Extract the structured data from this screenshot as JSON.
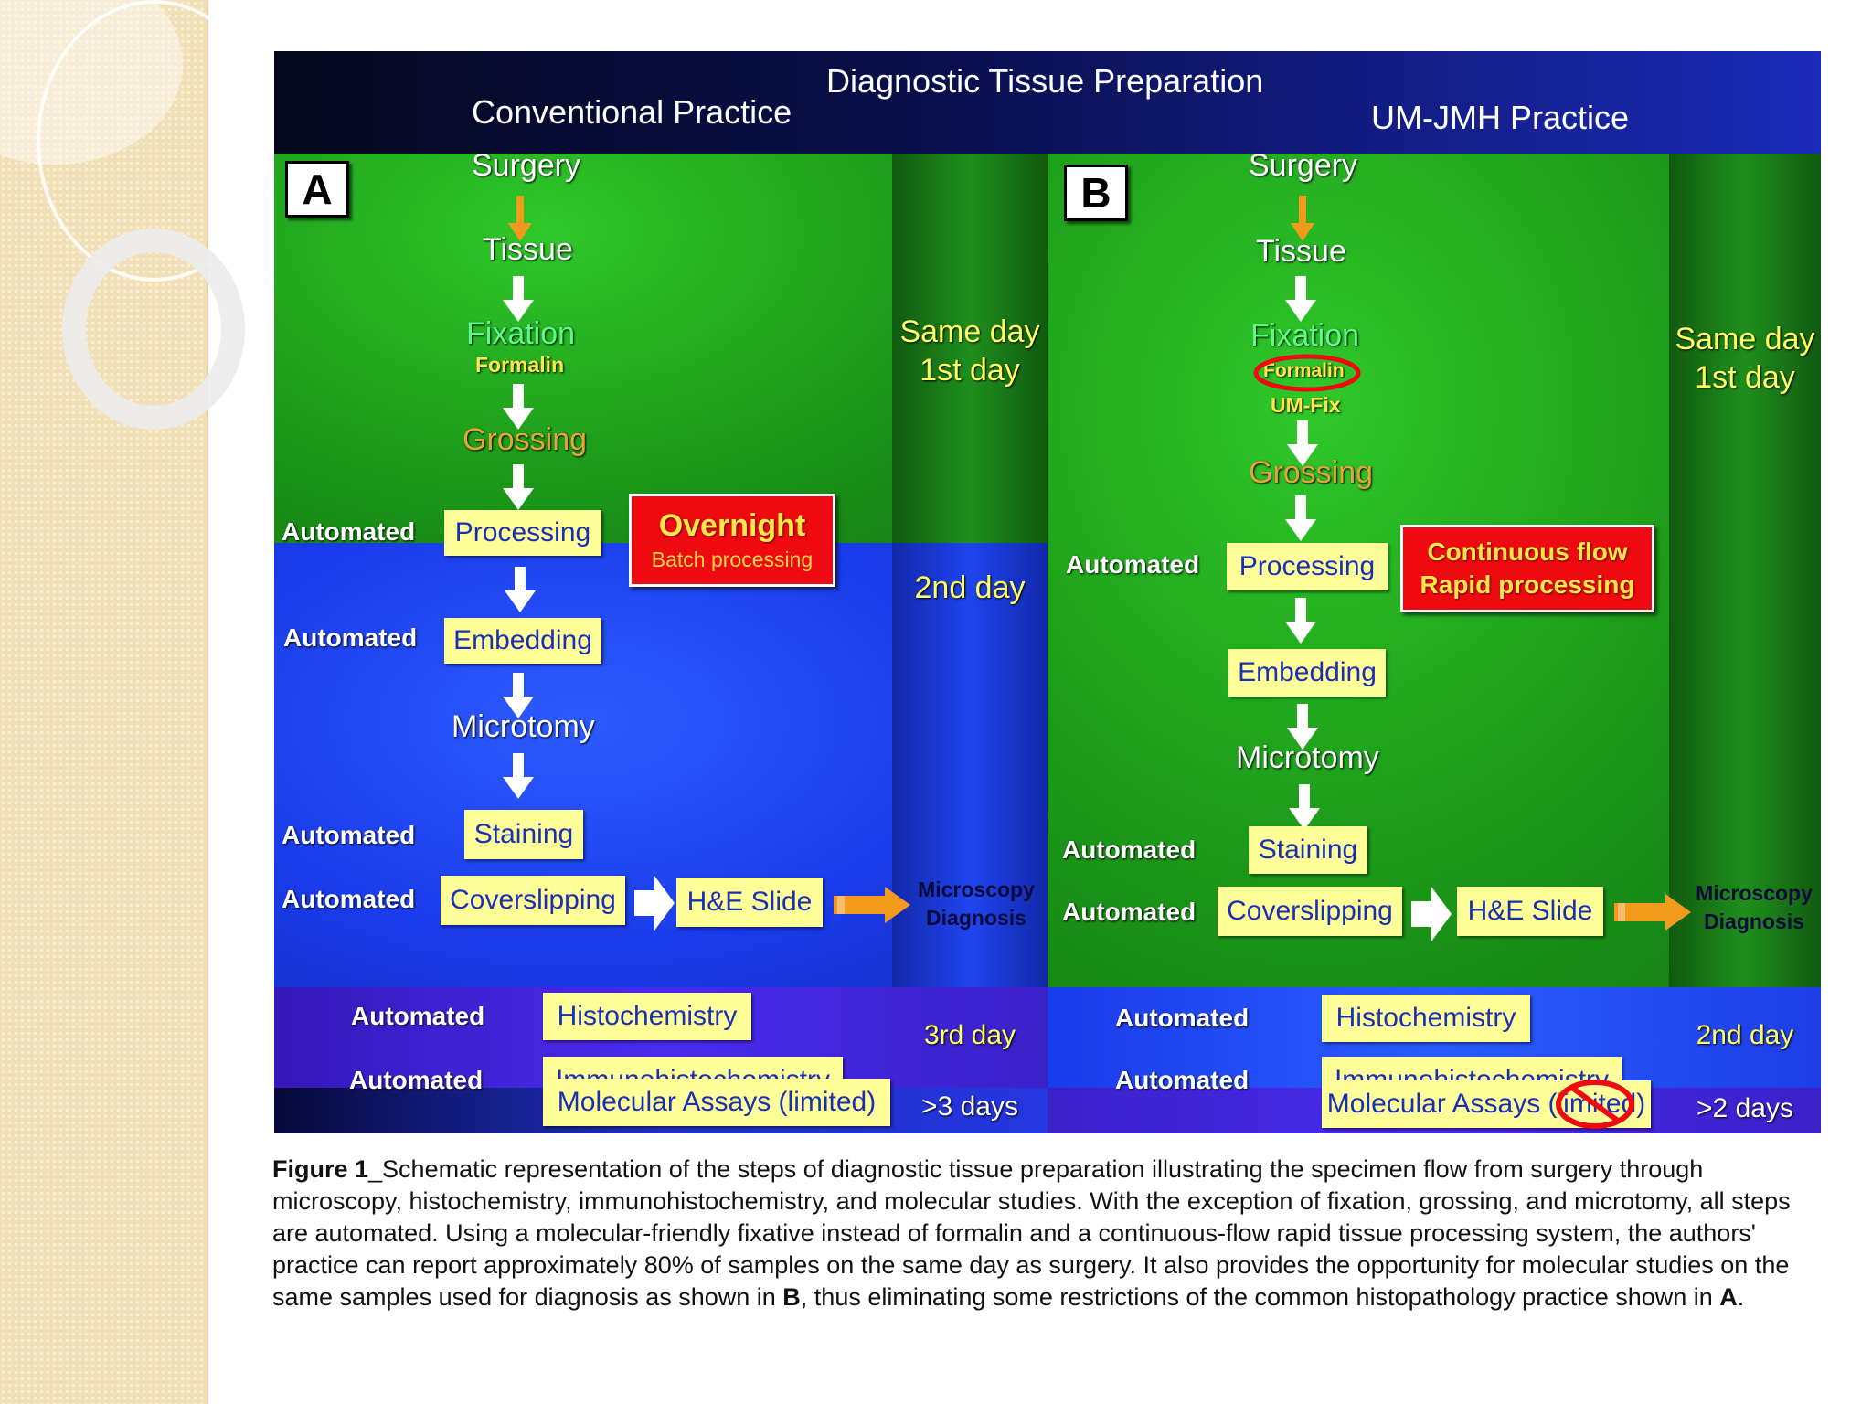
{
  "figure": {
    "title": "Diagnostic Tissue Preparation",
    "left_header": "Conventional Practice",
    "right_header": "UM-JMH Practice",
    "panel_a": {
      "letter": "A",
      "surgery": "Surgery",
      "tissue": "Tissue",
      "fixation": "Fixation",
      "fixative": "Formalin",
      "grossing": "Grossing",
      "processing": "Processing",
      "embedding": "Embedding",
      "microtomy": "Microtomy",
      "staining": "Staining",
      "coverslipping": "Coverslipping",
      "he_slide": "H&E Slide",
      "automated": "Automated",
      "overnight": "Overnight",
      "batch": "Batch processing",
      "micro_1": "Microscopy",
      "micro_2": "Diagnosis",
      "histochemistry": "Histochemistry",
      "ihc": "Immunohistochemistry",
      "molecular": "Molecular Assays (limited)",
      "day_same": "Same day",
      "day_first": "1st day",
      "day_second": "2nd day",
      "day_third": "3rd day",
      "day_more": ">3 days"
    },
    "panel_b": {
      "letter": "B",
      "surgery": "Surgery",
      "tissue": "Tissue",
      "fixation": "Fixation",
      "fixative_old": "Formalin",
      "fixative_new": "UM-Fix",
      "grossing": "Grossing",
      "processing": "Processing",
      "embedding": "Embedding",
      "microtomy": "Microtomy",
      "staining": "Staining",
      "coverslipping": "Coverslipping",
      "he_slide": "H&E Slide",
      "automated": "Automated",
      "continuous_1": "Continuous flow",
      "continuous_2": "Rapid processing",
      "micro_1": "Microscopy",
      "micro_2": "Diagnosis",
      "histochemistry": "Histochemistry",
      "ihc": "Immunohistochemistry",
      "molecular_a": "Molecular Assays (",
      "molecular_b": "limited",
      "molecular_c": ")",
      "day_same": "Same day",
      "day_first": "1st day",
      "day_second": "2nd day",
      "day_more": ">2 days"
    }
  },
  "caption": {
    "label": "Figure 1",
    "text_1": "_Schematic representation of the steps of diagnostic tissue preparation illustrating the specimen flow from surgery through microscopy, histochemistry, immunohistochemistry, and molecular studies. With the exception of fixation, grossing, and microtomy, all steps are automated. Using a molecular-friendly fixative instead of formalin and a continuous-flow rapid tissue processing system, the authors' practice can report approximately 80% of samples on the same day as surgery. It also provides the opportunity for molecular studies on the same samples used for diagnosis as shown in ",
    "bold_b": "B",
    "text_2": ", thus eliminating some restrictions of the common histopathology practice shown in ",
    "bold_a": "A",
    "text_3": "."
  },
  "colors": {
    "green": "#1f9a1c",
    "blue": "#1a3df0",
    "violet": "#3e22d6",
    "navy_header": "#101a78",
    "yellow_box": "#ffff99",
    "red_box": "#ee0a10",
    "orange_arrow": "#f39a1c"
  }
}
